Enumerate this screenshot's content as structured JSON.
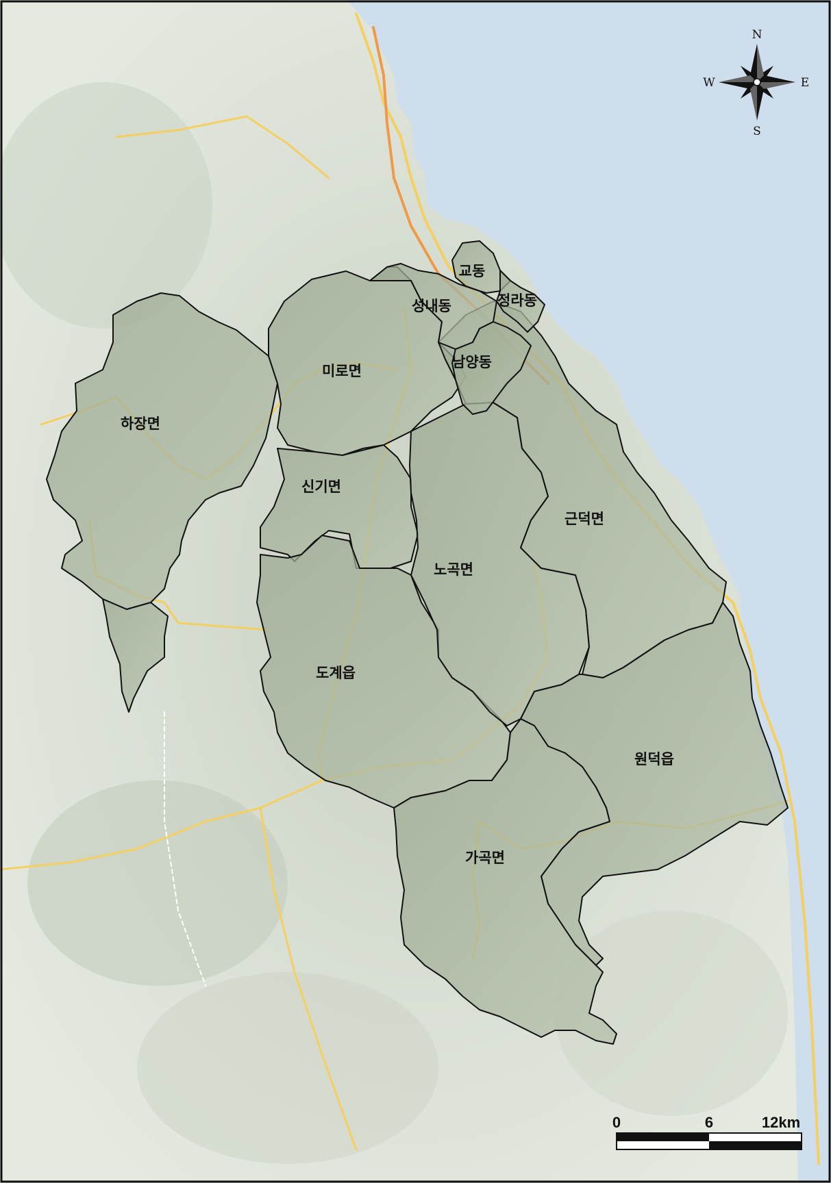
{
  "map": {
    "regions": [
      {
        "id": "hajang",
        "name": "하장면"
      },
      {
        "id": "miro",
        "name": "미로면"
      },
      {
        "id": "singi",
        "name": "신기면"
      },
      {
        "id": "dogye",
        "name": "도계읍"
      },
      {
        "id": "nogok",
        "name": "노곡면"
      },
      {
        "id": "geundeok",
        "name": "근덕면"
      },
      {
        "id": "wondeok",
        "name": "원덕읍"
      },
      {
        "id": "gagok",
        "name": "가곡면"
      },
      {
        "id": "seongnae",
        "name": "성내동"
      },
      {
        "id": "gyo",
        "name": "교동"
      },
      {
        "id": "jeongna",
        "name": "정라동"
      },
      {
        "id": "namyang",
        "name": "남양동"
      }
    ],
    "compass": {
      "north": "N",
      "south": "S",
      "east": "E",
      "west": "W"
    },
    "scale_bar": {
      "labels": [
        "0",
        "6",
        "12km"
      ]
    },
    "colors": {
      "sea": "#cfdeec",
      "land": "#dfe6dc",
      "region_fill": "#a9b69e",
      "region_fill_dark": "#8e9c85",
      "boundary": "#111111",
      "road_yellow": "#f4cf63",
      "road_orange": "#ef9a4a"
    }
  }
}
